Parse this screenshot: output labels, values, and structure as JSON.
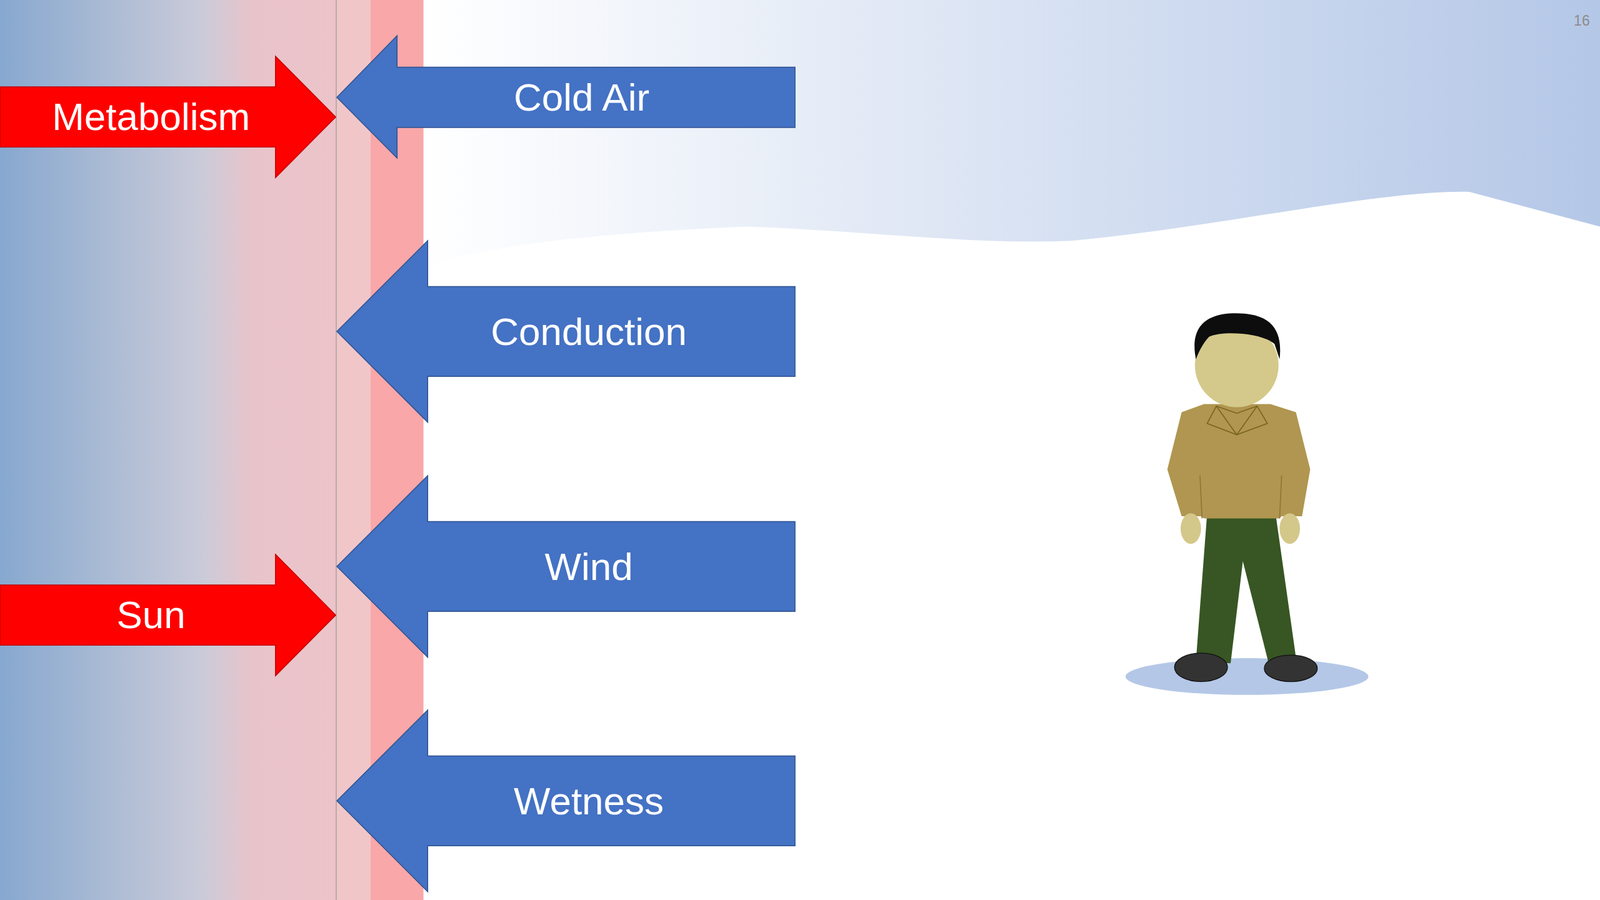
{
  "diagram": {
    "nodes": [
      {
        "text": [
          "Metabolism"
        ]
      },
      {
        "text": [
          "Cold Air"
        ]
      },
      {
        "text": [
          "Conduction"
        ]
      },
      {
        "text": [
          "Wind"
        ]
      },
      {
        "text": [
          "Sun"
        ]
      },
      {
        "text": [
          "Wetness"
        ]
      }
    ],
    "labels": [
      "16"
    ]
  }
}
